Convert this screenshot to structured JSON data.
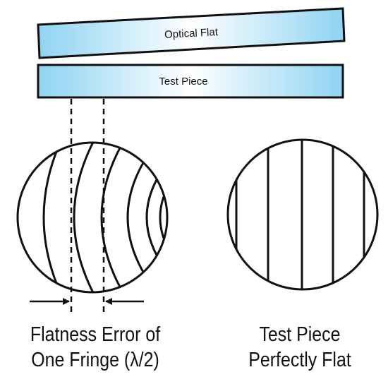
{
  "diagram": {
    "optical_flat_label": "Optical Flat",
    "test_piece_label": "Test Piece",
    "left_caption_line1": "Flatness Error of",
    "left_caption_line2": "One Fringe (λ/2)",
    "right_caption_line1": "Test Piece",
    "right_caption_line2": "Perfectly Flat"
  },
  "colors": {
    "plate_gradient_edge": "#8fd3f2",
    "plate_gradient_center": "#ffffff",
    "stroke": "#111111"
  }
}
